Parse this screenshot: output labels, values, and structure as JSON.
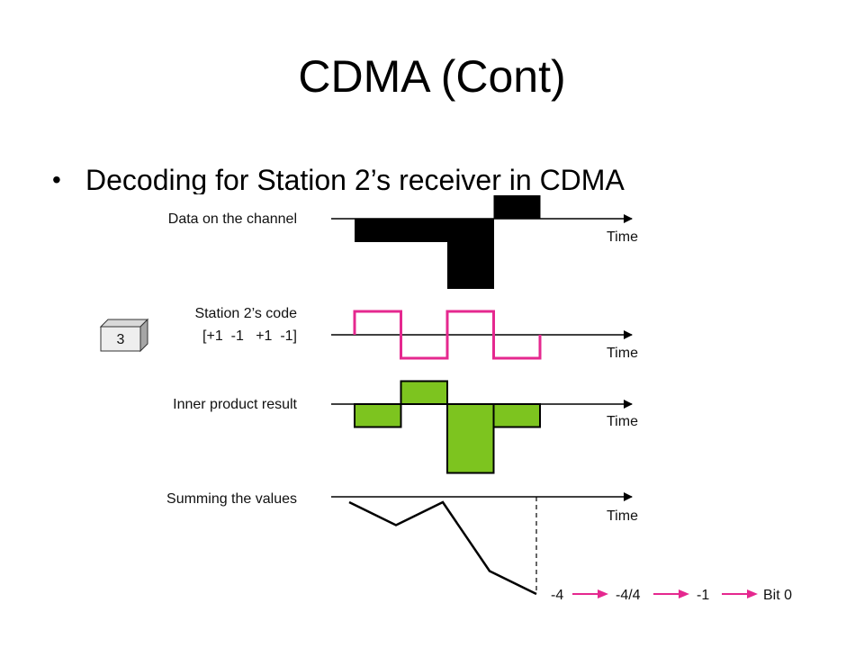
{
  "slide": {
    "title": "CDMA (Cont)",
    "bullet": "Decoding for Station 2’s receiver in CDMA"
  },
  "figure": {
    "rows": [
      {
        "label": "Data on the channel",
        "axis_label": "Time"
      },
      {
        "label_line1": "Station 2’s code",
        "label_line2": "[+1  -1   +1  -1]",
        "axis_label": "Time"
      },
      {
        "label": "Inner product result",
        "axis_label": "Time"
      },
      {
        "label": "Summing the values",
        "axis_label": "Time"
      }
    ],
    "station_box": "3",
    "result_chain": [
      "-4",
      "-4/4",
      "-1",
      "Bit 0"
    ],
    "colors": {
      "data": "#000000",
      "code": "#e5288f",
      "product": "#7dc41f",
      "arrow": "#e5288f"
    }
  },
  "chart_data": [
    {
      "type": "step",
      "name": "Data on the channel",
      "values": [
        -1,
        -1,
        -3,
        1
      ]
    },
    {
      "type": "step",
      "name": "Station 2’s code",
      "values": [
        1,
        -1,
        1,
        -1
      ]
    },
    {
      "type": "step",
      "name": "Inner product result",
      "values": [
        -1,
        1,
        -3,
        -1
      ]
    },
    {
      "type": "line",
      "name": "Summing the values",
      "values": [
        0,
        -1,
        0,
        -3,
        -4
      ]
    }
  ]
}
